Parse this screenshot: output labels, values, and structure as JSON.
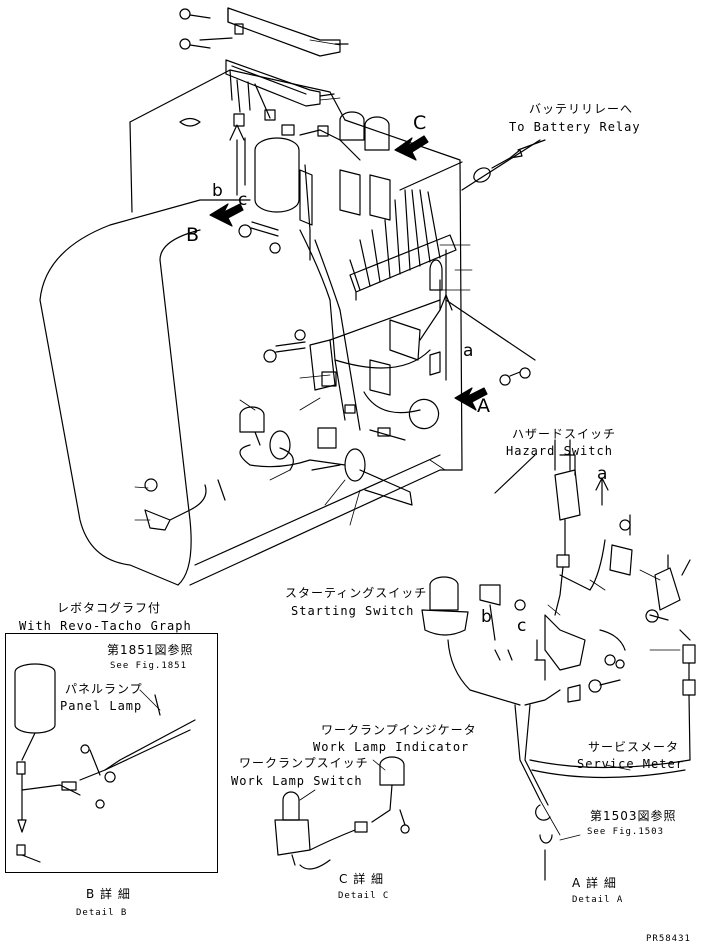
{
  "labels": {
    "battery_relay_jp": "バッテリリレーへ",
    "battery_relay_en": "To Battery Relay",
    "view_c": "C",
    "view_b": "B",
    "view_b_lower": "b",
    "view_c_lower": "c",
    "view_a": "A",
    "view_a_lower": "a",
    "hazard_switch_jp": "ハザードスイッチ",
    "hazard_switch_en": "Hazard Switch",
    "hazard_a": "a",
    "starting_switch_jp": "スターティングスイッチ",
    "starting_switch_en": "Starting Switch",
    "detail_a_b": "b",
    "detail_a_c": "c",
    "revo_tacho_jp": "レボタコグラフ付",
    "revo_tacho_en": "With Revo-Tacho Graph",
    "see_1851_jp": "第1851図参照",
    "see_1851_en": "See Fig.1851",
    "panel_lamp_jp": "パネルランプ",
    "panel_lamp_en": "Panel Lamp",
    "service_meter_jp": "サービスメータ",
    "service_meter_en": "Service Meter",
    "work_lamp_indicator_jp": "ワークランプインジケータ",
    "work_lamp_indicator_en": "Work Lamp Indicator",
    "work_lamp_switch_jp": "ワークランプスイッチ",
    "work_lamp_switch_en": "Work Lamp Switch",
    "see_1503_jp": "第1503図参照",
    "see_1503_en": "See Fig.1503",
    "detail_b_jp": "B 詳 細",
    "detail_b_en": "Detail B",
    "detail_c_jp": "C 詳 細",
    "detail_c_en": "Detail C",
    "detail_a_jp": "A 詳 細",
    "detail_a_en": "Detail A",
    "drawing_number": "PR58431"
  }
}
